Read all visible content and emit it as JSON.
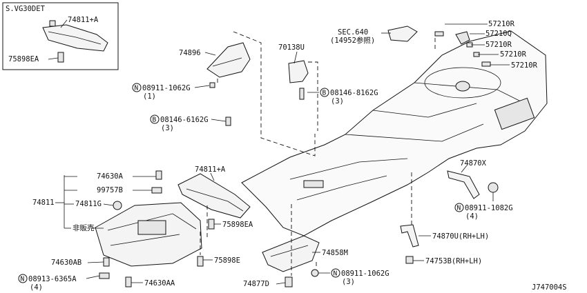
{
  "inset": {
    "title": "S.VG30DET",
    "part_a": "74811+A",
    "part_b": "75898EA"
  },
  "labels": {
    "p74896": "74896",
    "n08911_1062g_a": "08911-1062G",
    "q1": "(1)",
    "b08146_6162g": "08146-6162G",
    "q3a": "(3)",
    "p70138u": "70138U",
    "b08146_8162g": "08146-8162G",
    "q3b": "(3)",
    "sec640": "SEC.640",
    "sec640_ref": "(14952参照)",
    "p57210r_1": "57210R",
    "p57210q": "57210Q",
    "p57210r_2": "57210R",
    "p57210r_3": "57210R",
    "p57210r_4": "57210R",
    "p74811a": "74811+A",
    "p75898ea": "75898EA",
    "p75898e": "75898E",
    "p74630a": "74630A",
    "p99757b": "99757B",
    "p74811": "74811",
    "p74811g": "74811G",
    "hanbai": "非販売",
    "p74630ab": "74630AB",
    "n08913_6365a": "08913-6365A",
    "q4a": "(4)",
    "p74630aa": "74630AA",
    "p74858m": "74858M",
    "p74877d": "74877D",
    "n08911_1062g_b": "08911-1062G",
    "q3c": "(3)",
    "p74870x": "74870X",
    "n08911_1082g": "08911-1082G",
    "q4b": "(4)",
    "p74870u": "74870U(RH+LH)",
    "p74753b": "74753B(RH+LH)",
    "diagram_id": "J747004S"
  },
  "markers": {
    "n": "N",
    "b": "B"
  }
}
